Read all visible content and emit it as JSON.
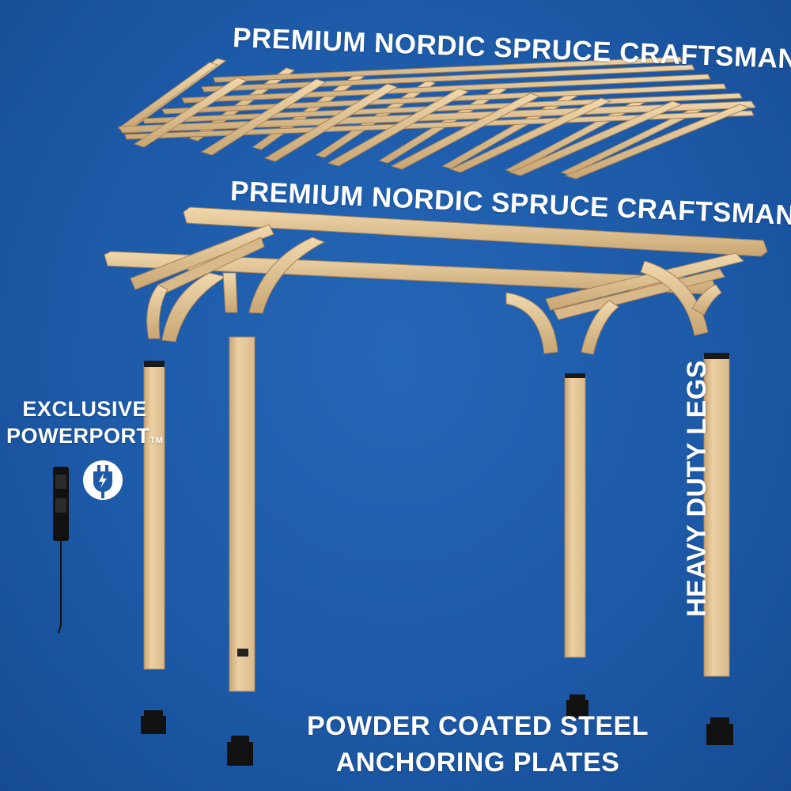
{
  "labels": {
    "roof_heading": "PREMIUM NORDIC SPRUCE CRAFTSMANSHIP",
    "frame_heading": "PREMIUM NORDIC SPRUCE CRAFTSMANSHIP",
    "powerport_line1": "EXCLUSIVE",
    "powerport_line2": "POWERPORT",
    "powerport_tm": "TM",
    "legs": "HEAVY DUTY LEGS",
    "plates_line1": "POWDER COATED STEEL",
    "plates_line2": "ANCHORING PLATES"
  },
  "icons": {
    "powerport": "power-plug-lightning-icon"
  },
  "colors": {
    "background": "#1d5aa8",
    "wood": "#e7c99a",
    "wood_shadow": "#c9a673",
    "steel": "#111111",
    "text": "#ffffff"
  }
}
